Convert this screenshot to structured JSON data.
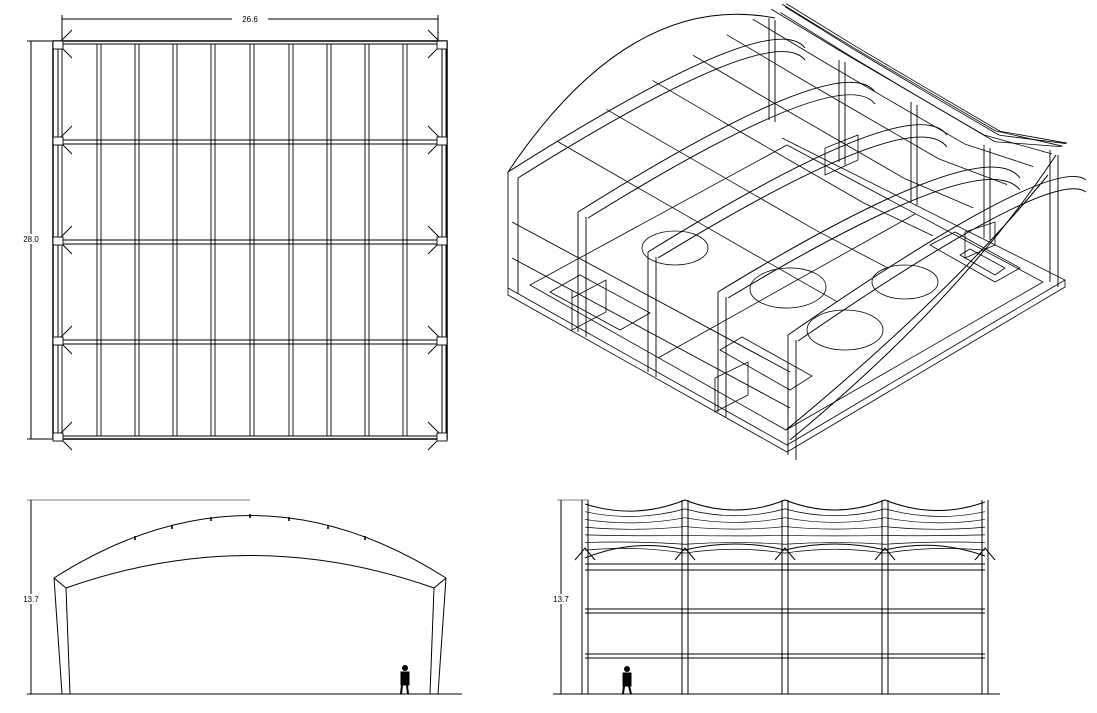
{
  "plan": {
    "width_label": "26.6",
    "length_label": "28.0"
  },
  "front_elevation": {
    "height_label": "13.7"
  },
  "side_elevation": {
    "height_label": "13.7"
  },
  "colors": {
    "line": "#000000",
    "background": "#ffffff"
  }
}
